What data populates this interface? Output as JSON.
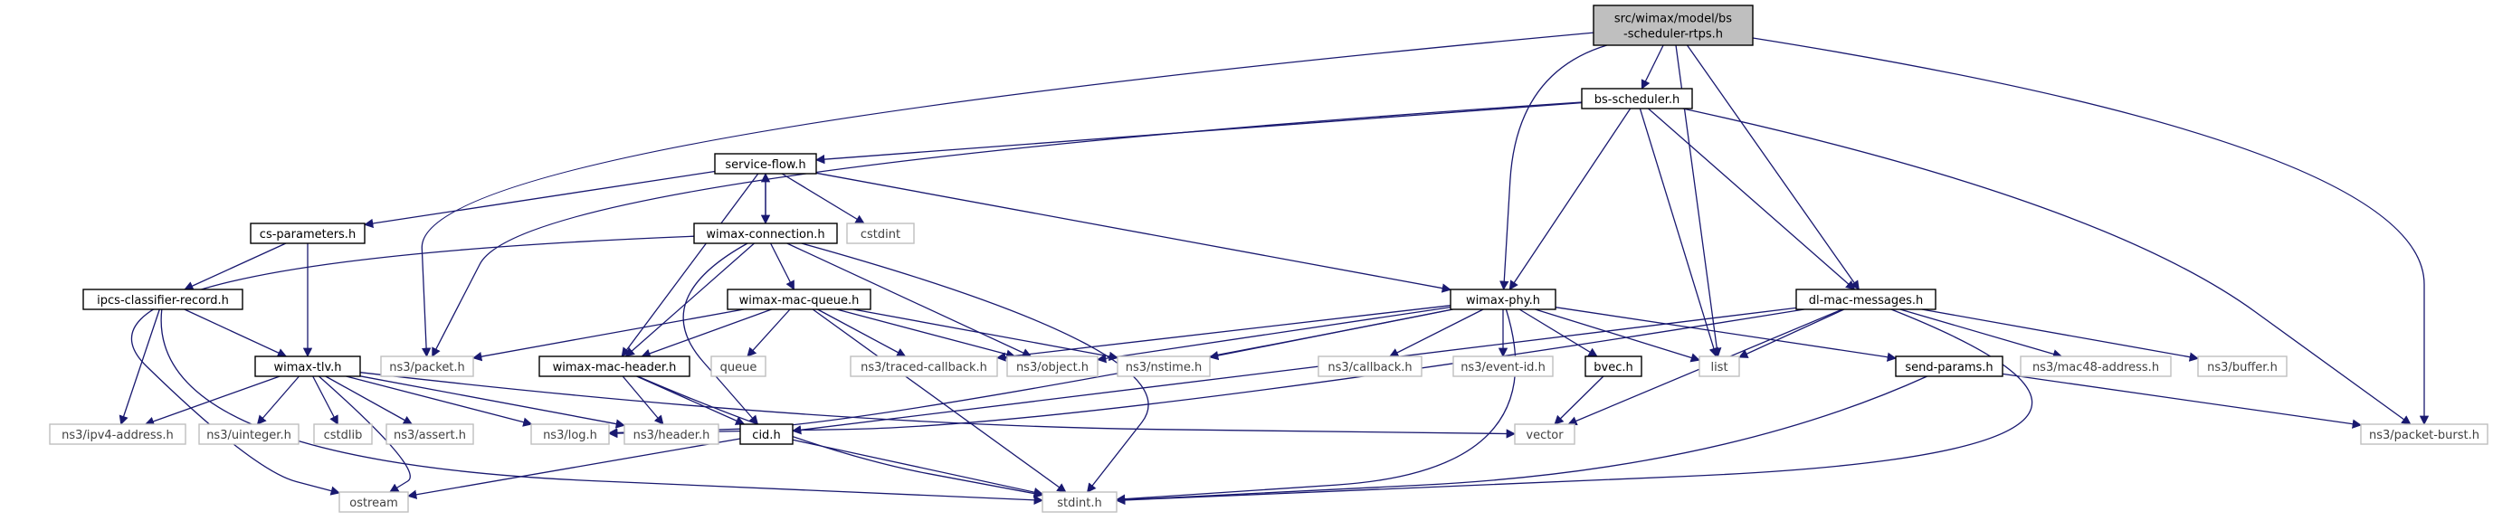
{
  "diagram": {
    "colors": {
      "background": "#ffffff",
      "edge": "#191970",
      "root_fill": "#bfbfbf",
      "node_fill": "#ffffff",
      "node_border": "#000000",
      "external_border": "#bfbfbf",
      "external_text": "#404040",
      "text": "#000000"
    },
    "nodes": [
      {
        "id": "root",
        "label": [
          "src/wimax/model/bs",
          "-scheduler-rtps.h"
        ],
        "kind": "root"
      },
      {
        "id": "bs_scheduler",
        "label": [
          "bs-scheduler.h"
        ],
        "kind": "local"
      },
      {
        "id": "service_flow",
        "label": [
          "service-flow.h"
        ],
        "kind": "local"
      },
      {
        "id": "cs_parameters",
        "label": [
          "cs-parameters.h"
        ],
        "kind": "local"
      },
      {
        "id": "wimax_connection",
        "label": [
          "wimax-connection.h"
        ],
        "kind": "local"
      },
      {
        "id": "cstdint",
        "label": [
          "cstdint"
        ],
        "kind": "external"
      },
      {
        "id": "ipcs",
        "label": [
          "ipcs-classifier-record.h"
        ],
        "kind": "local"
      },
      {
        "id": "wimax_mac_queue",
        "label": [
          "wimax-mac-queue.h"
        ],
        "kind": "local"
      },
      {
        "id": "wimax_phy",
        "label": [
          "wimax-phy.h"
        ],
        "kind": "local"
      },
      {
        "id": "dl_mac",
        "label": [
          "dl-mac-messages.h"
        ],
        "kind": "local"
      },
      {
        "id": "wimax_tlv",
        "label": [
          "wimax-tlv.h"
        ],
        "kind": "local"
      },
      {
        "id": "ns3_packet",
        "label": [
          "ns3/packet.h"
        ],
        "kind": "external"
      },
      {
        "id": "wimax_mac_header",
        "label": [
          "wimax-mac-header.h"
        ],
        "kind": "local"
      },
      {
        "id": "queue",
        "label": [
          "queue"
        ],
        "kind": "external"
      },
      {
        "id": "traced_callback",
        "label": [
          "ns3/traced-callback.h"
        ],
        "kind": "external"
      },
      {
        "id": "ns3_object",
        "label": [
          "ns3/object.h"
        ],
        "kind": "external"
      },
      {
        "id": "nstime",
        "label": [
          "ns3/nstime.h"
        ],
        "kind": "external"
      },
      {
        "id": "ns3_callback",
        "label": [
          "ns3/callback.h"
        ],
        "kind": "external"
      },
      {
        "id": "event_id",
        "label": [
          "ns3/event-id.h"
        ],
        "kind": "external"
      },
      {
        "id": "bvec",
        "label": [
          "bvec.h"
        ],
        "kind": "local"
      },
      {
        "id": "list",
        "label": [
          "list"
        ],
        "kind": "external"
      },
      {
        "id": "send_params",
        "label": [
          "send-params.h"
        ],
        "kind": "local"
      },
      {
        "id": "mac48",
        "label": [
          "ns3/mac48-address.h"
        ],
        "kind": "external"
      },
      {
        "id": "buffer",
        "label": [
          "ns3/buffer.h"
        ],
        "kind": "external"
      },
      {
        "id": "ipv4",
        "label": [
          "ns3/ipv4-address.h"
        ],
        "kind": "external"
      },
      {
        "id": "uinteger",
        "label": [
          "ns3/uinteger.h"
        ],
        "kind": "external"
      },
      {
        "id": "cstdlib",
        "label": [
          "cstdlib"
        ],
        "kind": "external"
      },
      {
        "id": "ns3_assert",
        "label": [
          "ns3/assert.h"
        ],
        "kind": "external"
      },
      {
        "id": "ns3_log",
        "label": [
          "ns3/log.h"
        ],
        "kind": "external"
      },
      {
        "id": "ns3_header",
        "label": [
          "ns3/header.h"
        ],
        "kind": "external"
      },
      {
        "id": "cid",
        "label": [
          "cid.h"
        ],
        "kind": "local"
      },
      {
        "id": "vector",
        "label": [
          "vector"
        ],
        "kind": "external"
      },
      {
        "id": "packet_burst",
        "label": [
          "ns3/packet-burst.h"
        ],
        "kind": "external"
      },
      {
        "id": "ostream",
        "label": [
          "ostream"
        ],
        "kind": "external"
      },
      {
        "id": "stdint",
        "label": [
          "stdint.h"
        ],
        "kind": "external"
      }
    ],
    "edges": [
      [
        "root",
        "bs_scheduler"
      ],
      [
        "root",
        "ns3_packet"
      ],
      [
        "root",
        "wimax_phy"
      ],
      [
        "root",
        "list"
      ],
      [
        "root",
        "dl_mac"
      ],
      [
        "root",
        "packet_burst"
      ],
      [
        "bs_scheduler",
        "service_flow"
      ],
      [
        "bs_scheduler",
        "ns3_packet"
      ],
      [
        "bs_scheduler",
        "wimax_phy"
      ],
      [
        "bs_scheduler",
        "list"
      ],
      [
        "bs_scheduler",
        "dl_mac"
      ],
      [
        "bs_scheduler",
        "packet_burst"
      ],
      [
        "service_flow",
        "cs_parameters"
      ],
      [
        "service_flow",
        "wimax_connection"
      ],
      [
        "service_flow",
        "cstdint"
      ],
      [
        "service_flow",
        "wimax_phy"
      ],
      [
        "service_flow",
        "wimax_mac_header"
      ],
      [
        "wimax_connection",
        "service_flow"
      ],
      [
        "wimax_connection",
        "wimax_mac_queue"
      ],
      [
        "wimax_connection",
        "ns3_object"
      ],
      [
        "wimax_connection",
        "wimax_mac_header"
      ],
      [
        "wimax_connection",
        "cid"
      ],
      [
        "wimax_connection",
        "ostream"
      ],
      [
        "wimax_connection",
        "stdint"
      ],
      [
        "cs_parameters",
        "ipcs"
      ],
      [
        "cs_parameters",
        "wimax_tlv"
      ],
      [
        "ipcs",
        "ipv4"
      ],
      [
        "ipcs",
        "wimax_tlv"
      ],
      [
        "ipcs",
        "stdint"
      ],
      [
        "wimax_mac_queue",
        "ns3_packet"
      ],
      [
        "wimax_mac_queue",
        "wimax_mac_header"
      ],
      [
        "wimax_mac_queue",
        "queue"
      ],
      [
        "wimax_mac_queue",
        "traced_callback"
      ],
      [
        "wimax_mac_queue",
        "ns3_object"
      ],
      [
        "wimax_mac_queue",
        "nstime"
      ],
      [
        "wimax_mac_queue",
        "stdint"
      ],
      [
        "wimax_phy",
        "ns3_object"
      ],
      [
        "wimax_phy",
        "traced_callback"
      ],
      [
        "wimax_phy",
        "nstime"
      ],
      [
        "wimax_phy",
        "ns3_callback"
      ],
      [
        "wimax_phy",
        "event_id"
      ],
      [
        "wimax_phy",
        "bvec"
      ],
      [
        "wimax_phy",
        "list"
      ],
      [
        "wimax_phy",
        "send_params"
      ],
      [
        "wimax_phy",
        "ns3_log"
      ],
      [
        "wimax_phy",
        "stdint"
      ],
      [
        "dl_mac",
        "list"
      ],
      [
        "dl_mac",
        "mac48"
      ],
      [
        "dl_mac",
        "buffer"
      ],
      [
        "dl_mac",
        "cid"
      ],
      [
        "dl_mac",
        "ns3_log"
      ],
      [
        "dl_mac",
        "vector"
      ],
      [
        "dl_mac",
        "stdint"
      ],
      [
        "wimax_tlv",
        "ipv4"
      ],
      [
        "wimax_tlv",
        "uinteger"
      ],
      [
        "wimax_tlv",
        "cstdlib"
      ],
      [
        "wimax_tlv",
        "ns3_assert"
      ],
      [
        "wimax_tlv",
        "ns3_log"
      ],
      [
        "wimax_tlv",
        "ns3_header"
      ],
      [
        "wimax_tlv",
        "vector"
      ],
      [
        "wimax_tlv",
        "ostream"
      ],
      [
        "wimax_mac_header",
        "ns3_header"
      ],
      [
        "wimax_mac_header",
        "cid"
      ],
      [
        "wimax_mac_header",
        "stdint"
      ],
      [
        "cid",
        "ostream"
      ],
      [
        "cid",
        "stdint"
      ],
      [
        "bvec",
        "vector"
      ],
      [
        "send_params",
        "packet_burst"
      ],
      [
        "send_params",
        "stdint"
      ]
    ]
  }
}
